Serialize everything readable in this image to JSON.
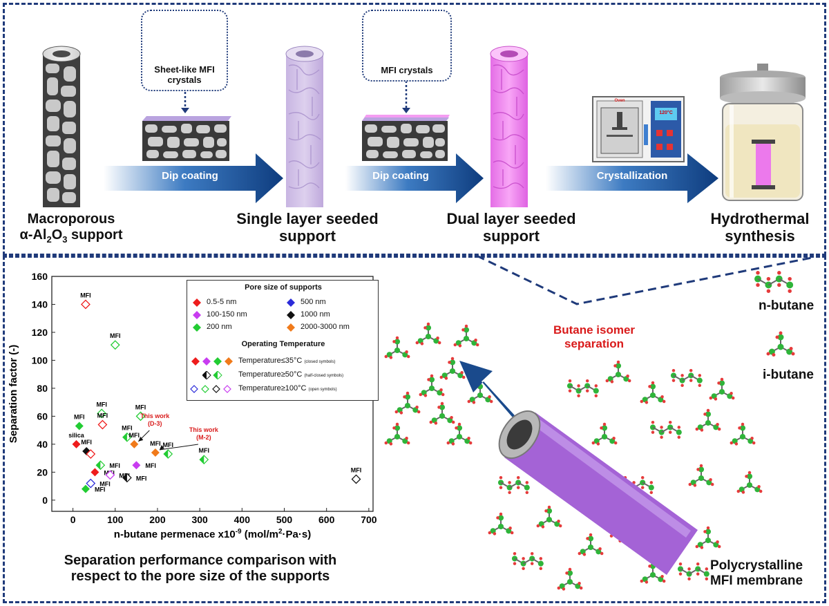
{
  "top": {
    "callout1": [
      "Sheet-like MFI",
      "crystals"
    ],
    "callout2": [
      "MFI crystals"
    ],
    "step1": {
      "prefix": "Macroporous",
      "line2_pre": "α-Al",
      "sub1": "2",
      "mid": "O",
      "sub2": "3",
      "line2_post": " support"
    },
    "step2": [
      "Single layer seeded",
      "support"
    ],
    "step3": [
      "Dual layer seeded",
      "support"
    ],
    "step4": [
      "Hydrothermal",
      "synthesis"
    ],
    "arrow1": "Dip coating",
    "arrow2": "Dip coating",
    "arrow3": "Crystallization",
    "oven_label": "Oven",
    "oven_temp": "120°C"
  },
  "bottom": {
    "caption": [
      "Separation performance comparison with",
      "respect to the pore size of the supports"
    ],
    "separation_label": [
      "Butane isomer",
      "separation"
    ],
    "n_butane": "n-butane",
    "i_butane": "i-butane",
    "membrane": [
      "Polycrystalline",
      "MFI membrane"
    ]
  },
  "legend": {
    "title1": "Pore size of supports",
    "sizes": [
      "0.5-5 nm",
      "100-150 nm",
      "200 nm",
      "500 nm",
      "1000 nm",
      "2000-3000 nm"
    ],
    "title2": "Operating Temperature",
    "temps": [
      {
        "main": "Temperature≤35°C",
        "note": "(closed symbols)"
      },
      {
        "main": "Temperature≥50°C",
        "note": "(half-closed symbols)"
      },
      {
        "main": "Temperature≥100°C",
        "note": "(open symbols)"
      }
    ]
  },
  "colors": {
    "frame": "#1f3a7a",
    "arrow": "#1a4a8c",
    "red": "#ee1c1c",
    "magenta": "#c83cf0",
    "green": "#22cc33",
    "blue": "#2b2bd9",
    "black": "#111111",
    "orange": "#f07a1a",
    "annotation": "#d91a1a"
  },
  "chart_data": {
    "type": "scatter",
    "xlabel": "n-butane permenace x10-9 (mol/m2·Pa·s)",
    "ylabel": "Separation factor (-)",
    "xlim": [
      -50,
      710
    ],
    "ylim": [
      -8,
      160
    ],
    "xticks": [
      0,
      100,
      200,
      300,
      400,
      500,
      600,
      700
    ],
    "yticks": [
      0,
      20,
      40,
      60,
      80,
      100,
      120,
      140,
      160
    ],
    "points": [
      {
        "x": 30,
        "y": 140,
        "color": "red",
        "fill": "open",
        "label": "MFI"
      },
      {
        "x": 100,
        "y": 111,
        "color": "green",
        "fill": "open",
        "label": "MFI"
      },
      {
        "x": 15,
        "y": 53,
        "color": "green",
        "fill": "closed",
        "label": "MFI"
      },
      {
        "x": 68,
        "y": 62,
        "color": "green",
        "fill": "open",
        "label": "MFI"
      },
      {
        "x": 70,
        "y": 54,
        "color": "red",
        "fill": "open",
        "label": "MFI"
      },
      {
        "x": 160,
        "y": 60,
        "color": "green",
        "fill": "open",
        "label": "MFI"
      },
      {
        "x": 128,
        "y": 45,
        "color": "green",
        "fill": "half",
        "label": "MFI"
      },
      {
        "x": 8,
        "y": 40,
        "color": "red",
        "fill": "closed",
        "label": "silica"
      },
      {
        "x": 32,
        "y": 35,
        "color": "black",
        "fill": "closed",
        "label": "MFI"
      },
      {
        "x": 42,
        "y": 33,
        "color": "red",
        "fill": "open",
        "label": ""
      },
      {
        "x": 145,
        "y": 40,
        "color": "orange",
        "fill": "closed",
        "label": "MFI"
      },
      {
        "x": 195,
        "y": 34,
        "color": "orange",
        "fill": "closed",
        "label": "MFI"
      },
      {
        "x": 225,
        "y": 33,
        "color": "green",
        "fill": "half",
        "label": "MFI"
      },
      {
        "x": 310,
        "y": 29,
        "color": "green",
        "fill": "half",
        "label": "MFI"
      },
      {
        "x": 65,
        "y": 25,
        "color": "green",
        "fill": "half",
        "label": "MFI"
      },
      {
        "x": 150,
        "y": 25,
        "color": "magenta",
        "fill": "closed",
        "label": "MFI"
      },
      {
        "x": 52,
        "y": 20,
        "color": "red",
        "fill": "closed",
        "label": "MFI"
      },
      {
        "x": 88,
        "y": 18,
        "color": "magenta",
        "fill": "open",
        "label": "MFI"
      },
      {
        "x": 128,
        "y": 16,
        "color": "black",
        "fill": "half",
        "label": "MFI"
      },
      {
        "x": 42,
        "y": 12,
        "color": "blue",
        "fill": "open",
        "label": "MFI"
      },
      {
        "x": 30,
        "y": 8,
        "color": "green",
        "fill": "closed",
        "label": "MFI"
      },
      {
        "x": 670,
        "y": 15,
        "color": "black",
        "fill": "open",
        "label": "MFI"
      }
    ],
    "annotations": [
      {
        "text": [
          "This work",
          "(D-3)"
        ],
        "x": 145,
        "y": 40
      },
      {
        "text": [
          "This work",
          "(M-2)"
        ],
        "x": 195,
        "y": 34
      }
    ]
  }
}
